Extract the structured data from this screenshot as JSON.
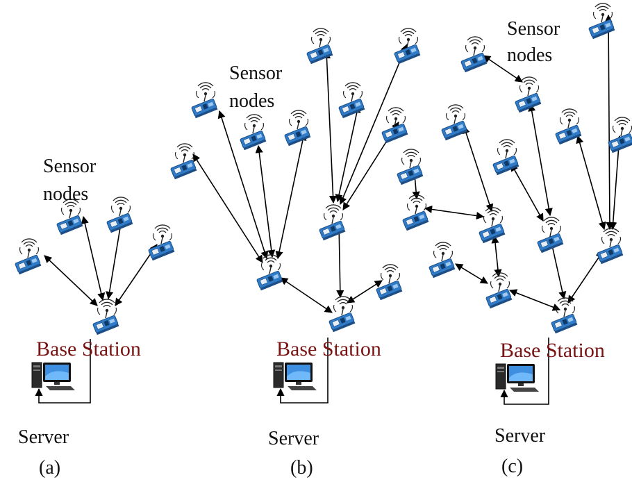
{
  "colors": {
    "base_station": "#7a1414",
    "node_blue": "#2f7bc8",
    "node_dark": "#1d4f86",
    "wave": "#222222"
  },
  "icons": {
    "sensor": "sensor-node-icon",
    "server": "server-computer-icon"
  },
  "panels": [
    {
      "caption": "(a)",
      "sensor_label": "Sensor\nnodes",
      "base_station_label": "Base Station",
      "server_label": "Server"
    },
    {
      "caption": "(b)",
      "sensor_label": "Sensor\nnodes",
      "base_station_label": "Base Station",
      "server_label": "Server"
    },
    {
      "caption": "(c)",
      "sensor_label": "Sensor\nnodes",
      "base_station_label": "Base Station",
      "server_label": "Server"
    }
  ]
}
